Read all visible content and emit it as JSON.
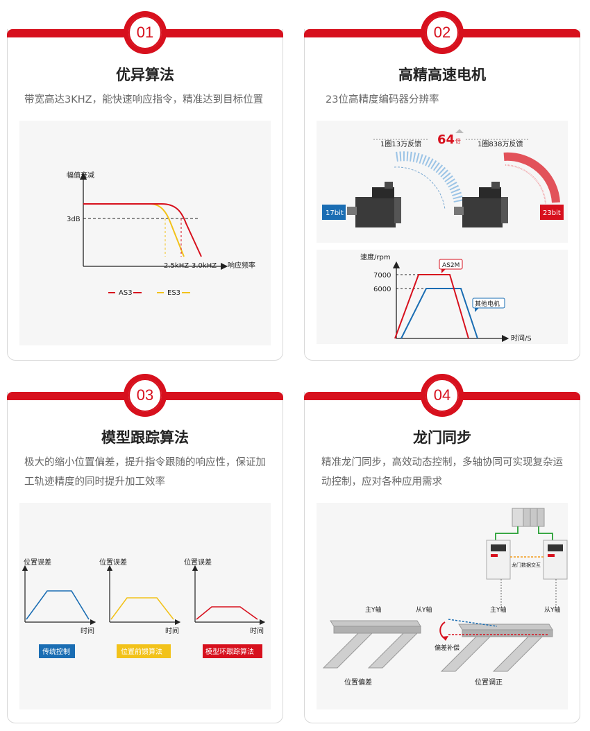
{
  "cards": [
    {
      "number": "01",
      "title": "优异算法",
      "desc": "带宽高达3KHZ，能快速响应指令，精准达到目标位置"
    },
    {
      "number": "02",
      "title": "高精高速电机",
      "desc": "23位高精度编码器分辨率"
    },
    {
      "number": "03",
      "title": "模型跟踪算法",
      "desc": "极大的缩小位置偏差，提升指令跟随的响应性，保证加工轨迹精度的同时提升加工效率"
    },
    {
      "number": "04",
      "title": "龙门同步",
      "desc": "精准龙门同步，高效动态控制，多轴协同可实现复杂运动控制，应对各种应用需求"
    }
  ],
  "colors": {
    "brand_red": "#d7101d",
    "blue": "#1a6db3",
    "yellow": "#f2c21a",
    "red_series": "#d7101d"
  },
  "c1_chart": {
    "ylabel": "幅值衰减",
    "xlabel": "响应频率",
    "db_label": "3dB",
    "tick_1": "2.5kHZ",
    "tick_2": "3.0kHZ",
    "legend_as3": "AS3",
    "legend_es3": "ES3"
  },
  "c2_encoder": {
    "left_label": "1圈13万反馈",
    "right_label": "1圈838万反馈",
    "multiplier": "64",
    "multiplier_unit": "倍",
    "left_badge": "17bit",
    "right_badge": "23bit"
  },
  "c2_speed": {
    "ylabel": "速度/rpm",
    "xlabel": "时间/S",
    "tick_7000": "7000",
    "tick_6000": "6000",
    "label_as2m": "AS2M",
    "label_other": "其他电机"
  },
  "c3_charts": {
    "ylabel": "位置误差",
    "xlabel": "时间",
    "caption_1": "传统控制",
    "caption_2": "位置前馈算法",
    "caption_3": "模型环跟踪算法"
  },
  "c4_gantry": {
    "data_exchange": "龙门数据交互",
    "main_y": "主Y轴",
    "slave_y": "从Y轴",
    "main_y_2": "主Y轴",
    "slave_y_2": "从Y轴",
    "compensation": "偏差补偿",
    "pos_deviation": "位置偏差",
    "pos_adjust": "位置调正"
  }
}
